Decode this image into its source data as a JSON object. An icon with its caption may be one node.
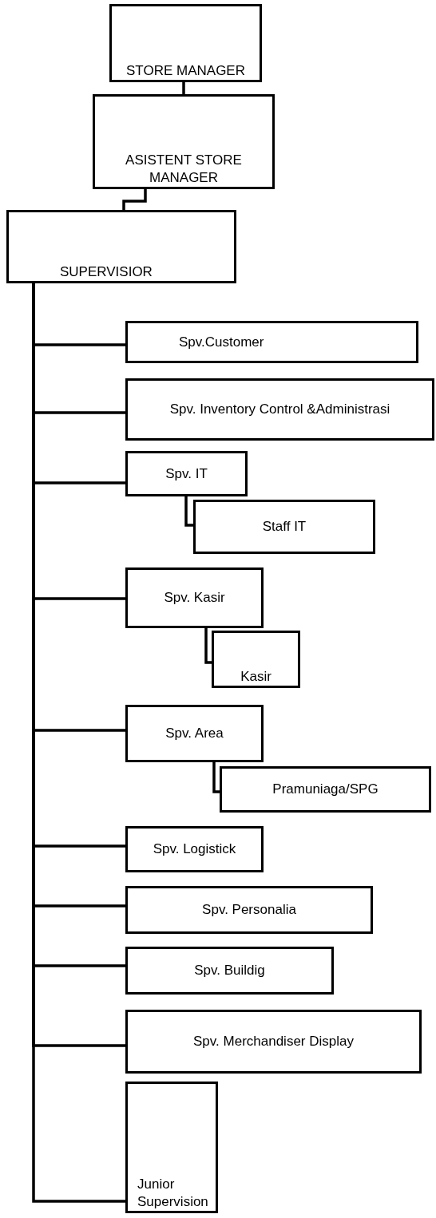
{
  "diagram": {
    "nodes": [
      {
        "text": [
          "STORE MANAGER"
        ]
      },
      {
        "text": [
          "ASISTENT STORE MANAGER"
        ]
      },
      {
        "text": [
          "SUPERVISIOR"
        ]
      },
      {
        "text": [
          "Spv.Customer"
        ]
      },
      {
        "text": [
          "Spv. Inventory Control &Administrasi"
        ]
      },
      {
        "text": [
          "Spv. IT"
        ]
      },
      {
        "text": [
          "Staff IT"
        ]
      },
      {
        "text": [
          "Spv. Kasir"
        ]
      },
      {
        "text": [
          "Kasir"
        ]
      },
      {
        "text": [
          "Spv. Area"
        ]
      },
      {
        "text": [
          "Pramuniaga/SPG"
        ]
      },
      {
        "text": [
          "Spv. Logistick"
        ]
      },
      {
        "text": [
          "Spv. Personalia"
        ]
      },
      {
        "text": [
          "Spv. Buildig"
        ]
      },
      {
        "text": [
          "Spv. Merchandiser Display"
        ]
      },
      {
        "text": [
          "Junior Supervision"
        ]
      }
    ],
    "edges": [
      {
        "from": 0,
        "to": 1,
        "arrow": "none"
      },
      {
        "from": 1,
        "to": 2,
        "arrow": "none"
      },
      {
        "from": 2,
        "to": 3,
        "arrow": "none"
      },
      {
        "from": 2,
        "to": 4,
        "arrow": "none"
      },
      {
        "from": 2,
        "to": 5,
        "arrow": "none"
      },
      {
        "from": 5,
        "to": 6,
        "arrow": "none"
      },
      {
        "from": 2,
        "to": 7,
        "arrow": "none"
      },
      {
        "from": 7,
        "to": 8,
        "arrow": "none"
      },
      {
        "from": 2,
        "to": 9,
        "arrow": "none"
      },
      {
        "from": 9,
        "to": 10,
        "arrow": "none"
      },
      {
        "from": 2,
        "to": 11,
        "arrow": "none"
      },
      {
        "from": 2,
        "to": 12,
        "arrow": "none"
      },
      {
        "from": 2,
        "to": 13,
        "arrow": "none"
      },
      {
        "from": 2,
        "to": 14,
        "arrow": "none"
      },
      {
        "from": 2,
        "to": 15,
        "arrow": "none"
      }
    ]
  }
}
